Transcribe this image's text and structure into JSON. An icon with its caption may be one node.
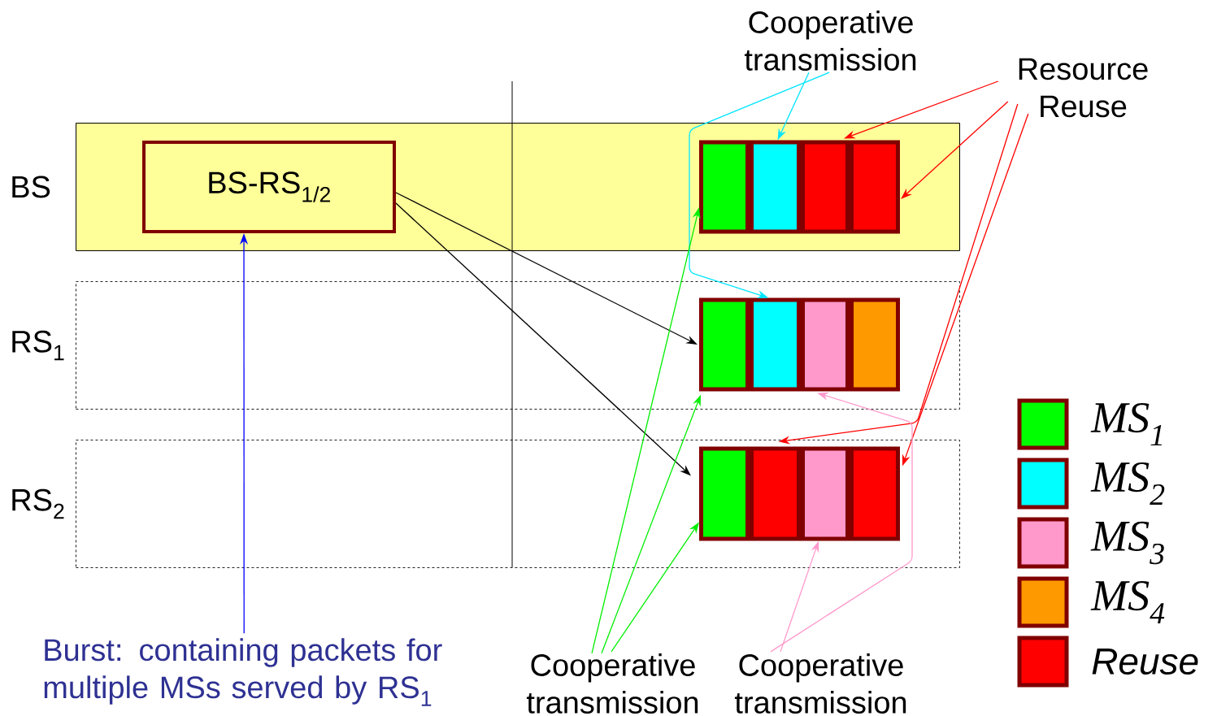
{
  "diagram": {
    "nodes": [
      {
        "text": [
          "BS"
        ]
      },
      {
        "text": [
          "BS-RS$_{1/2}$"
        ],
        "in": 0
      },
      {
        "text": [],
        "shape": "box",
        "in": 0
      },
      {
        "text": [],
        "shape": "box",
        "in": 0
      },
      {
        "text": [],
        "shape": "box",
        "in": 0
      },
      {
        "text": [],
        "shape": "box",
        "in": 0
      },
      {
        "text": [
          "RS$_{1}$"
        ]
      },
      {
        "text": [],
        "shape": "box",
        "in": 6
      },
      {
        "text": [],
        "shape": "box",
        "in": 6
      },
      {
        "text": [],
        "shape": "box",
        "in": 6
      },
      {
        "text": [],
        "shape": "box",
        "in": 6
      },
      {
        "text": [
          "RS$_{2}$"
        ]
      },
      {
        "text": [],
        "shape": "box",
        "in": 11
      },
      {
        "text": [],
        "shape": "box",
        "in": 11
      },
      {
        "text": [],
        "shape": "box",
        "in": 11
      },
      {
        "text": [],
        "shape": "box",
        "in": 11
      },
      {
        "text": [
          "Cooperative transmission"
        ]
      },
      {
        "text": [
          "Resource Reuse"
        ]
      },
      {
        "text": [
          "Burst: containing packets for multiple MSs served by RS$_{1}$"
        ]
      },
      {
        "text": [
          "Cooperative transmission"
        ]
      },
      {
        "text": [
          "Cooperative transmission"
        ]
      }
    ],
    "edges": [
      {
        "from": 1,
        "to": 7,
        "arrow": "to",
        "color": "#000000"
      },
      {
        "from": 1,
        "to": 12,
        "arrow": "to",
        "color": "#000000"
      },
      {
        "from": 18,
        "to": 1,
        "arrow": "to",
        "color": "#0000ff"
      },
      {
        "from": 16,
        "to": 3,
        "arrow": "to",
        "color": "#00e5ff"
      },
      {
        "from": 16,
        "to": 8,
        "arrow": "to",
        "color": "#00e5ff"
      },
      {
        "from": 17,
        "to": 4,
        "arrow": "to",
        "color": "#ff0000"
      },
      {
        "from": 17,
        "to": 5,
        "arrow": "to",
        "color": "#ff0000"
      },
      {
        "from": 17,
        "to": 13,
        "arrow": "to",
        "color": "#ff0000"
      },
      {
        "from": 17,
        "to": 15,
        "arrow": "to",
        "color": "#ff0000"
      },
      {
        "from": 19,
        "to": 2,
        "arrow": "to",
        "color": "#00ee00"
      },
      {
        "from": 19,
        "to": 7,
        "arrow": "to",
        "color": "#00ee00"
      },
      {
        "from": 19,
        "to": 12,
        "arrow": "to",
        "color": "#00ee00"
      },
      {
        "from": 20,
        "to": 9,
        "arrow": "to",
        "color": "#ff99cc"
      },
      {
        "from": 20,
        "to": 14,
        "arrow": "to",
        "color": "#ff99cc"
      }
    ],
    "legend": [
      {
        "text": "MS$_{1}$",
        "color": "#00ff00"
      },
      {
        "text": "MS$_{2}$",
        "color": "#00ffff"
      },
      {
        "text": "MS$_{3}$",
        "color": "#ff99cc"
      },
      {
        "text": "MS$_{4}$",
        "color": "#ff9900"
      },
      {
        "text": "Reuse",
        "color": "#ff0000"
      }
    ]
  }
}
